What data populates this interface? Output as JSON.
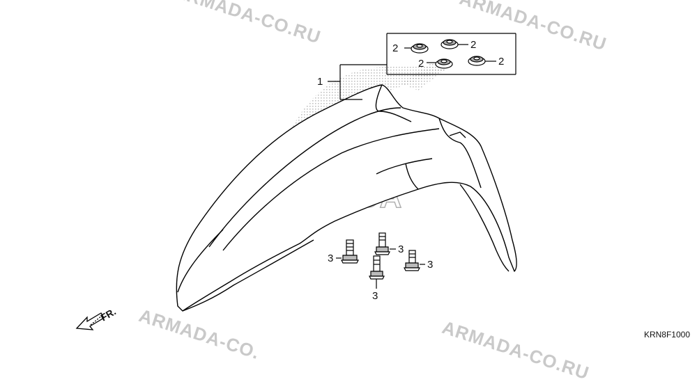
{
  "watermark": {
    "text_top": "ARMADA-CO.RU",
    "text_top_right": "ARMADA-CO.RU",
    "text_bottom_left": "ARMADA-CO.",
    "text_bottom_right": "ARMADA-CO.RU"
  },
  "callouts": {
    "fender": "1",
    "grommet_a": "2",
    "grommet_b": "2",
    "grommet_c": "2",
    "grommet_d": "2",
    "bolt_a": "3",
    "bolt_b": "3",
    "bolt_c": "3",
    "bolt_d": "3"
  },
  "direction": {
    "label": "FR."
  },
  "diagram_code": "KRN8F1000"
}
